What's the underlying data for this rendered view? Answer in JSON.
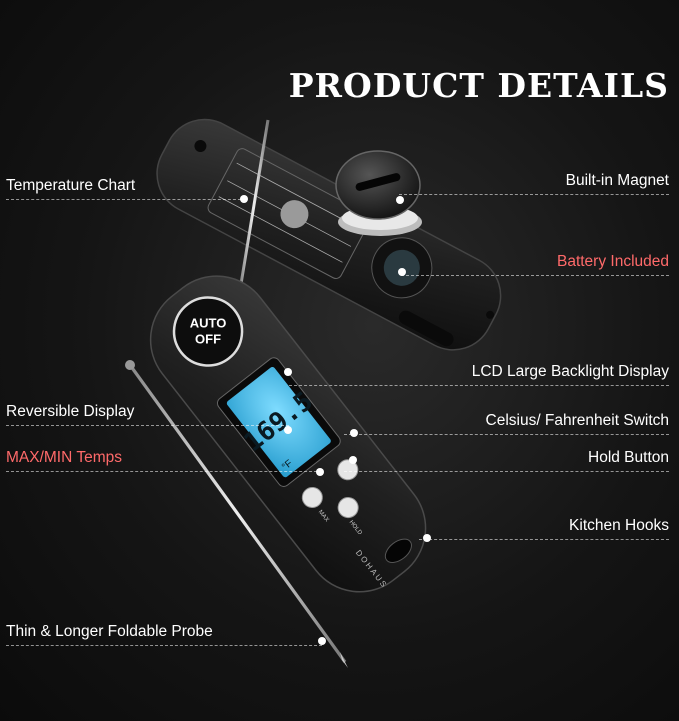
{
  "title": "PRODUCT DETAILS",
  "labels": {
    "temperature_chart": "Temperature Chart",
    "reversible_display": "Reversible Display",
    "max_min_temps": "MAX/MIN Temps",
    "thin_probe": "Thin & Longer Foldable Probe",
    "built_in_magnet": "Built-in Magnet",
    "battery_included": "Battery Included",
    "lcd_display": "LCD Large Backlight Display",
    "celsius_switch": "Celsius/ Fahrenheit Switch",
    "hold_button": "Hold Button",
    "kitchen_hooks": "Kitchen Hooks"
  },
  "device": {
    "auto_off": [
      "AUTO",
      "OFF"
    ],
    "lcd_reading": "169.5",
    "lcd_unit": "°F",
    "btn_max": "MAX",
    "btn_hold": "HOLD",
    "brand": "DOHAUS"
  },
  "colors": {
    "accent_red": "#ff6a6a",
    "lcd_blue": "#4fc3e8"
  }
}
